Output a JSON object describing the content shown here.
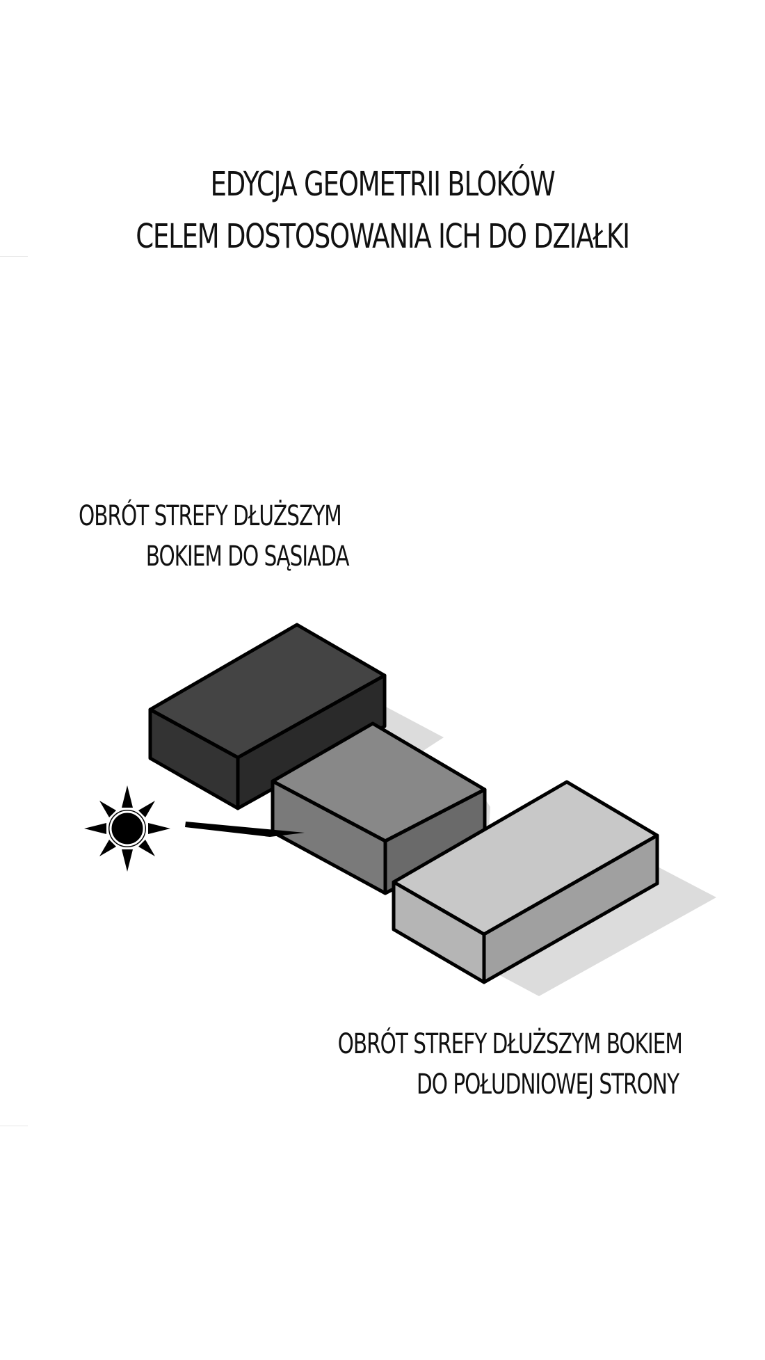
{
  "title": {
    "line1": "EDYCJA GEOMETRII BLOKÓW",
    "line2": "CELEM DOSTOSOWANIA ICH DO DZIAŁKI"
  },
  "annotations": {
    "neighbor_rotation": {
      "line1": "OBRÓT STREFY DŁUŻSZYM",
      "line2": "BOKIEM DO SĄSIADA"
    },
    "south_rotation": {
      "line1": "OBRÓT STREFY DŁUŻSZYM BOKIEM",
      "line2": "DO POŁUDNIOWEJ STRONY"
    }
  },
  "icons": [
    "sun-icon"
  ],
  "colors": {
    "block_dark_top": "#444444",
    "block_dark_front": "#333333",
    "block_dark_side": "#2a2a2a",
    "block_mid_top": "#888888",
    "block_mid_front": "#7a7a7a",
    "block_mid_side": "#6a6a6a",
    "block_light_top": "#c8c8c8",
    "block_light_front": "#b5b5b5",
    "block_light_side": "#a0a0a0",
    "shadow": "#dcdcdc",
    "outline": "#000000"
  }
}
